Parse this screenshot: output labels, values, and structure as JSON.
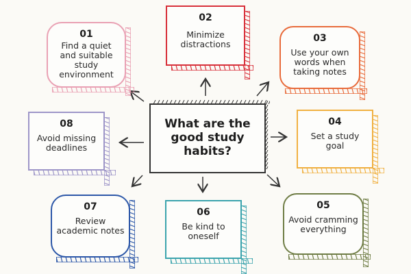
{
  "center": {
    "title": "What are the good study habits?"
  },
  "habits": [
    {
      "num": "01",
      "text": "Find a quiet and suitable study environment",
      "color": "#e9a0b3"
    },
    {
      "num": "02",
      "text": "Minimize distractions",
      "color": "#d8303a"
    },
    {
      "num": "03",
      "text": "Use your own words when taking notes",
      "color": "#e86a3a"
    },
    {
      "num": "04",
      "text": "Set a study goal",
      "color": "#f0b040"
    },
    {
      "num": "05",
      "text": "Avoid cramming everything",
      "color": "#6f7d45"
    },
    {
      "num": "06",
      "text": "Be kind to oneself",
      "color": "#3aa3ad"
    },
    {
      "num": "07",
      "text": "Review academic notes",
      "color": "#2c57a8"
    },
    {
      "num": "08",
      "text": "Avoid missing deadlines",
      "color": "#9d95c8"
    }
  ]
}
